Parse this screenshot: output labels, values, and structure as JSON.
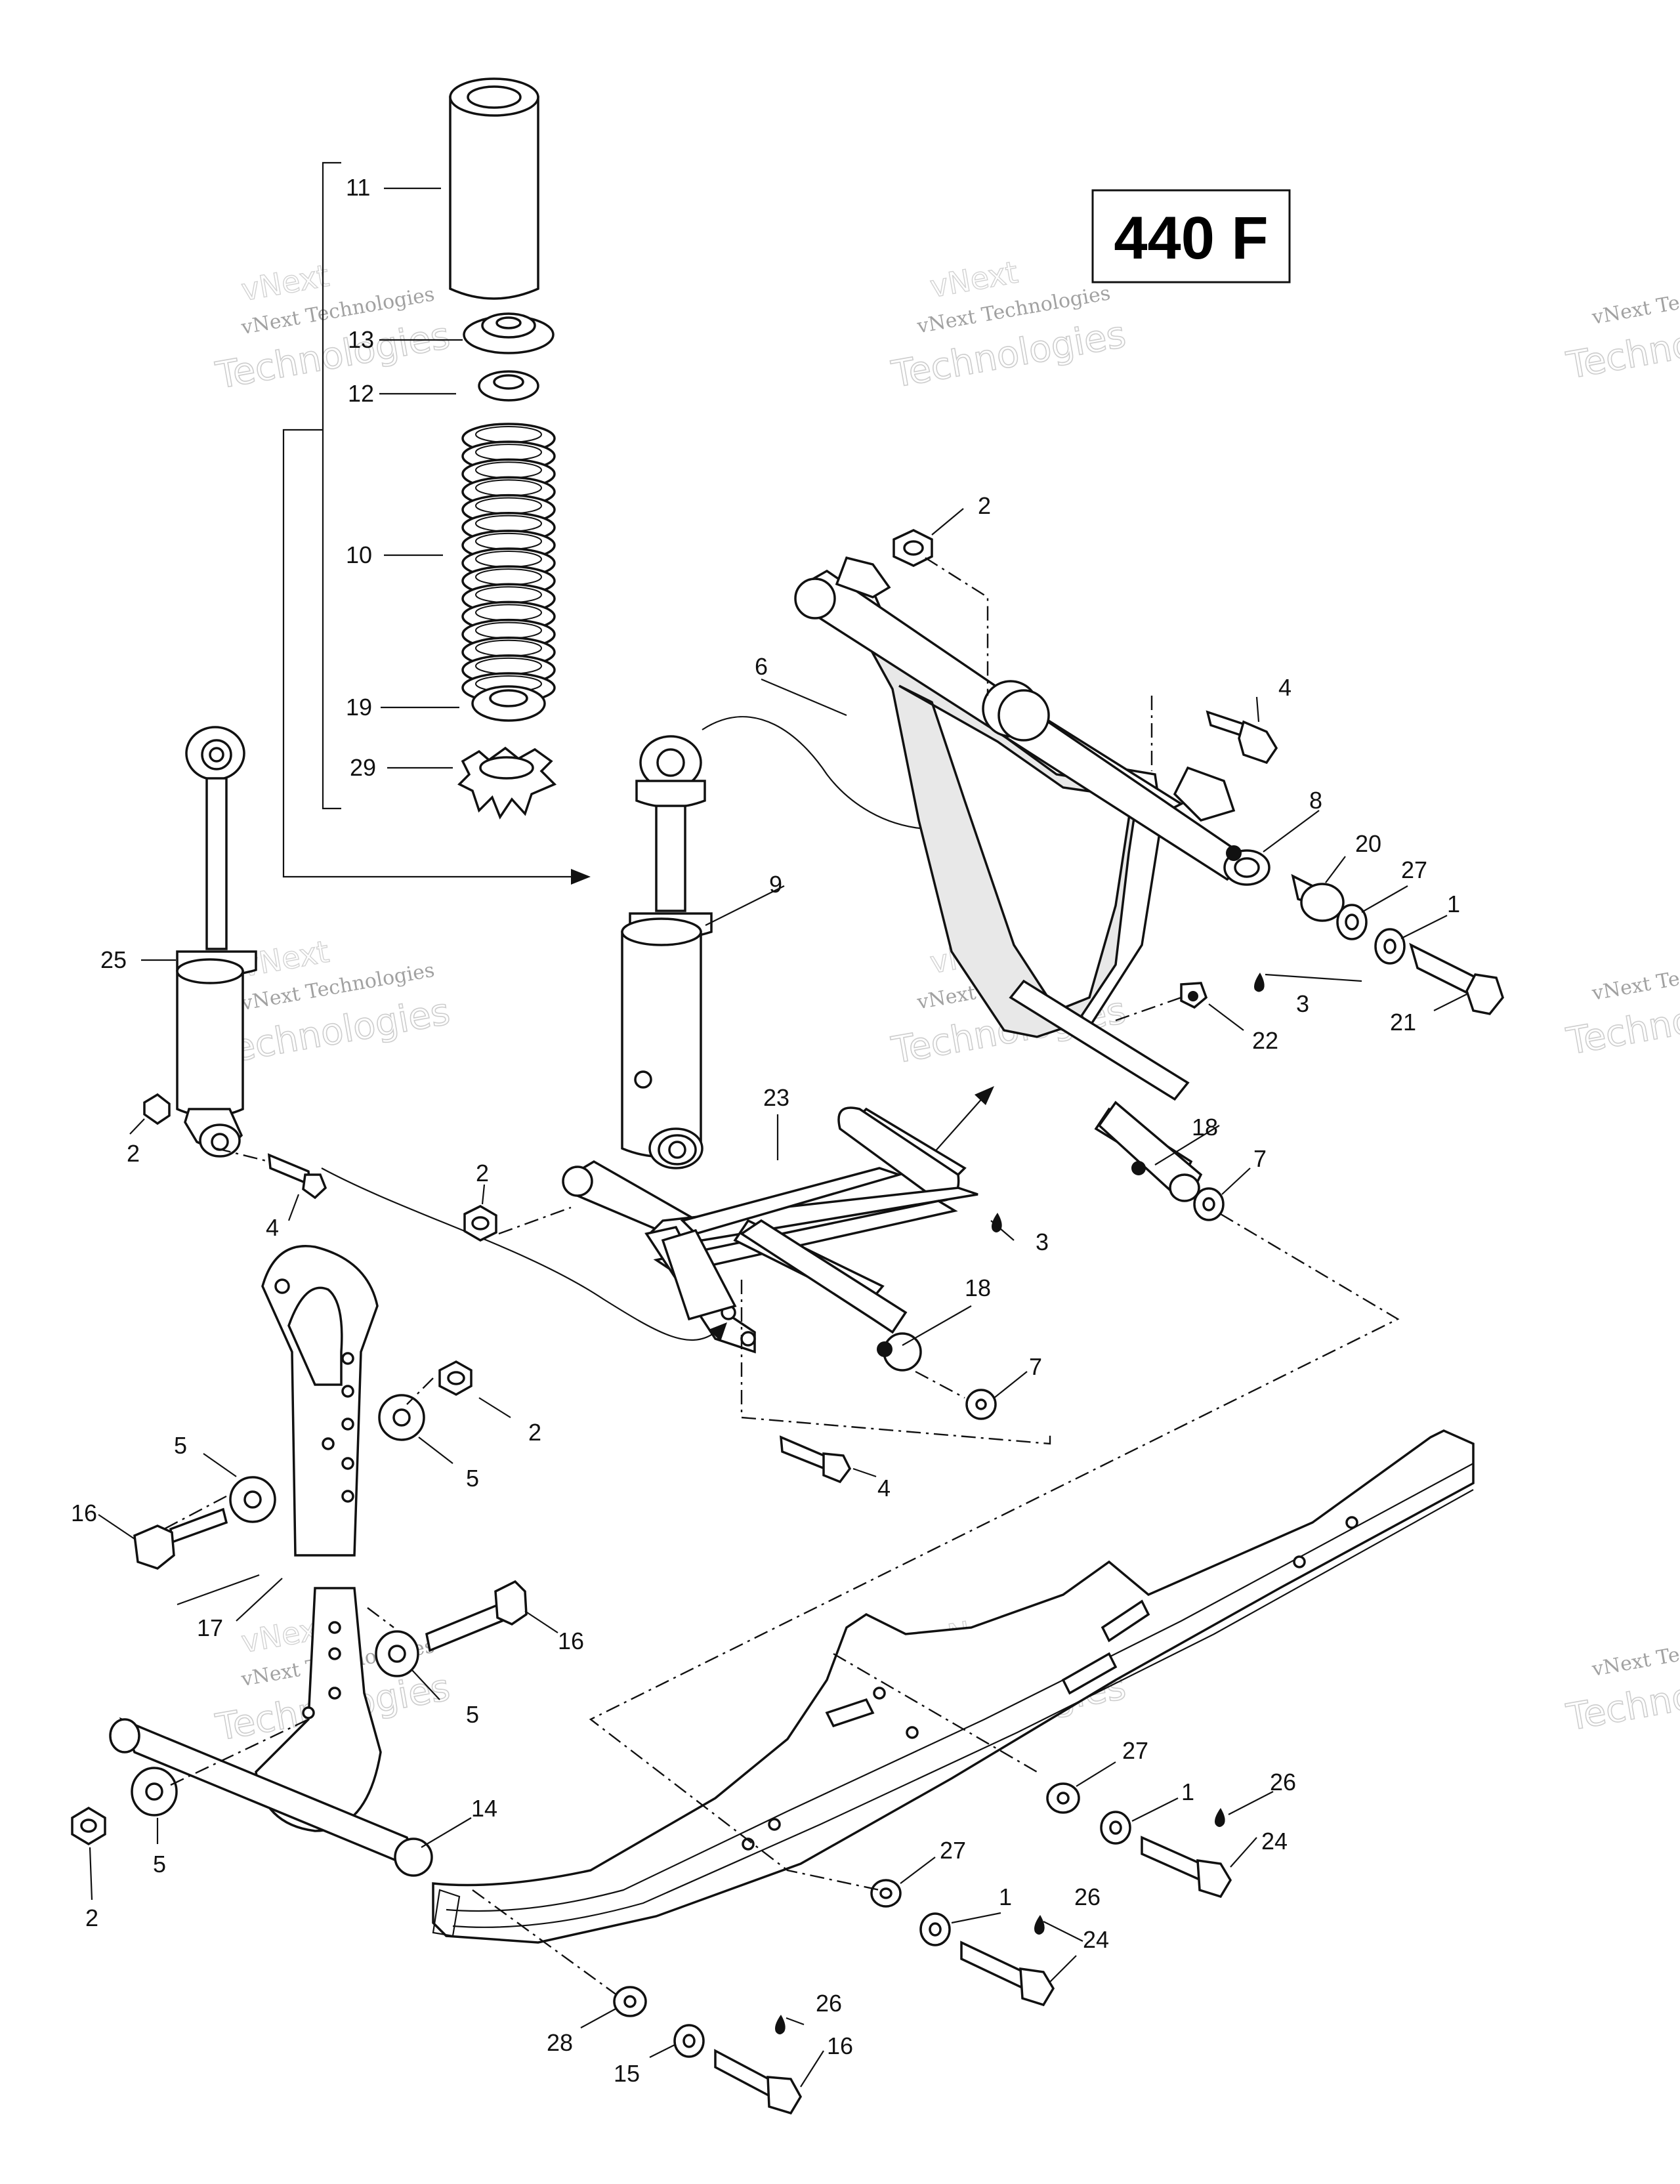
{
  "model_badge": "440 F",
  "watermark": {
    "small": "vNext Technologies",
    "big": "Technologies",
    "top": "vNext",
    "clipped_right_small": "vNext Te",
    "clipped_right_big": "Techno"
  },
  "parts": {
    "p1": "1",
    "p2": "2",
    "p3": "3",
    "p4": "4",
    "p5": "5",
    "p6": "6",
    "p7": "7",
    "p8": "8",
    "p9": "9",
    "p10": "10",
    "p11": "11",
    "p12": "12",
    "p13": "13",
    "p14": "14",
    "p15": "15",
    "p16": "16",
    "p17": "17",
    "p18": "18",
    "p19": "19",
    "p20": "20",
    "p21": "21",
    "p22": "22",
    "p23": "23",
    "p24": "24",
    "p25": "25",
    "p26": "26",
    "p27": "27",
    "p28": "28",
    "p29": "29"
  },
  "colors": {
    "ink": "#111111",
    "watermark": "#b8b8b8",
    "background": "#ffffff"
  }
}
